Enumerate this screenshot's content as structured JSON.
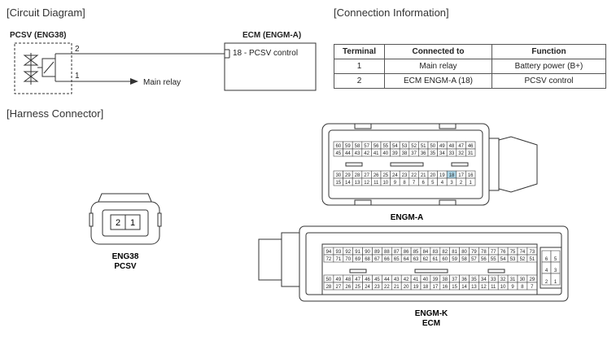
{
  "sections": {
    "circuit": "[Circuit Diagram]",
    "connection": "[Connection Information]",
    "harness": "[Harness Connector]"
  },
  "circuit": {
    "pcsv_label": "PCSV (ENG38)",
    "ecm_label": "ECM (ENGM-A)",
    "pin2": "2",
    "pin1": "1",
    "ecm_pin": "18 - PCSV control",
    "main_relay": "Main relay"
  },
  "table": {
    "headers": [
      "Terminal",
      "Connected to",
      "Function"
    ],
    "rows": [
      [
        "1",
        "Main relay",
        "Battery power (B+)"
      ],
      [
        "2",
        "ECM ENGM-A (18)",
        "PCSV control"
      ]
    ]
  },
  "connectors": {
    "eng38": {
      "pins": [
        "2",
        "1"
      ],
      "name": "ENG38",
      "sub": "PCSV"
    },
    "engm_a": {
      "name": "ENGM-A",
      "highlight_pin": "18",
      "highlight_color": "#a9d4e6",
      "rows_top": [
        [
          "60",
          "59",
          "58",
          "57",
          "56",
          "55",
          "54",
          "53",
          "52",
          "51",
          "50",
          "49",
          "48",
          "47",
          "46"
        ],
        [
          "45",
          "44",
          "43",
          "42",
          "41",
          "40",
          "39",
          "38",
          "37",
          "36",
          "35",
          "34",
          "33",
          "32",
          "31"
        ]
      ],
      "rows_bottom": [
        [
          "30",
          "29",
          "28",
          "27",
          "26",
          "25",
          "24",
          "23",
          "22",
          "21",
          "20",
          "19",
          "18",
          "17",
          "16"
        ],
        [
          "15",
          "14",
          "13",
          "12",
          "11",
          "10",
          "9",
          "8",
          "7",
          "6",
          "5",
          "4",
          "3",
          "2",
          "1"
        ]
      ]
    },
    "engm_k": {
      "name": "ENGM-K",
      "sub": "ECM",
      "rows_top": [
        [
          "94",
          "93",
          "92",
          "91",
          "90",
          "89",
          "88",
          "87",
          "86",
          "85",
          "84",
          "83",
          "82",
          "81",
          "80",
          "79",
          "78",
          "77",
          "76",
          "75",
          "74",
          "73"
        ],
        [
          "72",
          "71",
          "70",
          "69",
          "68",
          "67",
          "66",
          "65",
          "64",
          "63",
          "62",
          "61",
          "60",
          "59",
          "58",
          "57",
          "56",
          "55",
          "54",
          "53",
          "52",
          "51"
        ]
      ],
      "rows_bottom": [
        [
          "50",
          "49",
          "48",
          "47",
          "46",
          "45",
          "44",
          "43",
          "42",
          "41",
          "40",
          "39",
          "38",
          "37",
          "36",
          "35",
          "34",
          "33",
          "32",
          "31",
          "30",
          "29"
        ],
        [
          "28",
          "27",
          "26",
          "25",
          "24",
          "23",
          "22",
          "21",
          "20",
          "19",
          "18",
          "17",
          "16",
          "15",
          "14",
          "13",
          "12",
          "11",
          "10",
          "9",
          "8",
          "7"
        ]
      ],
      "side": [
        [
          "6",
          "5"
        ],
        [
          "4",
          "3"
        ],
        [
          "2",
          "1"
        ]
      ]
    }
  }
}
